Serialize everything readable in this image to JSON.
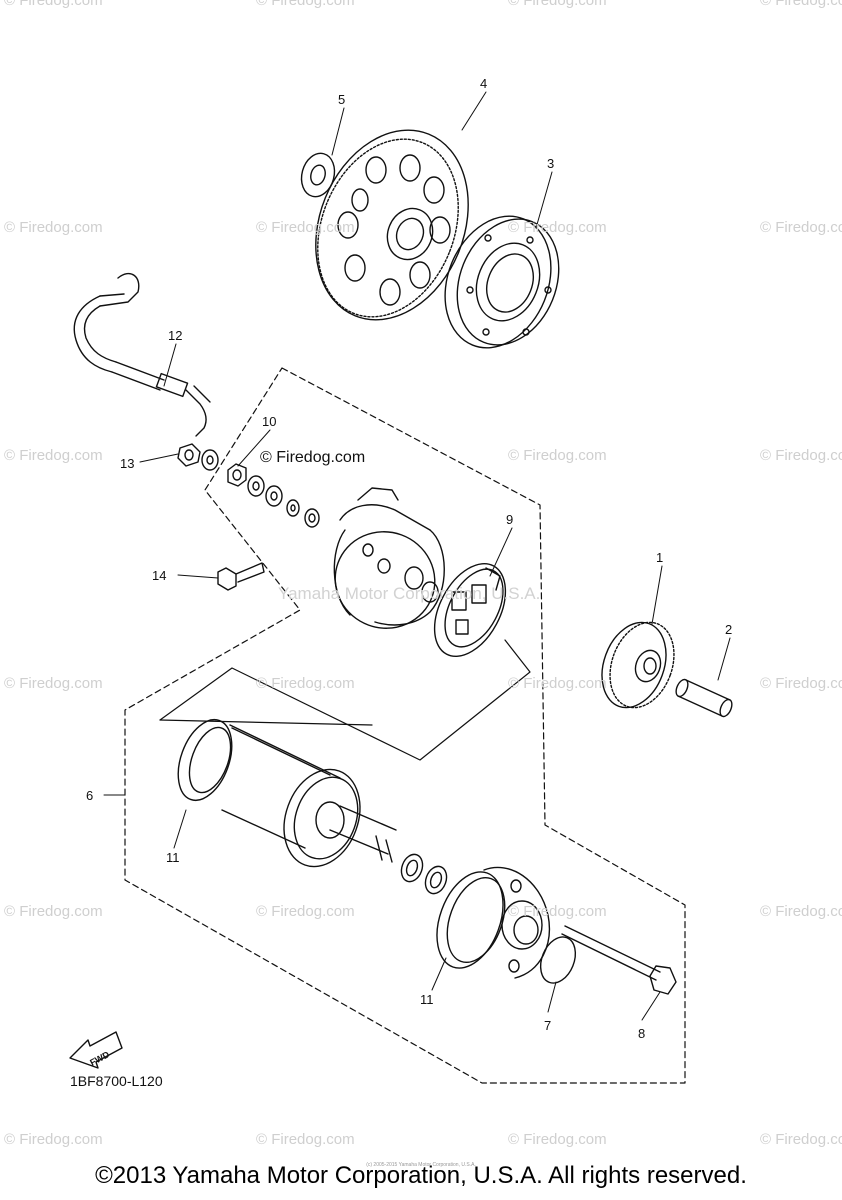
{
  "diagram": {
    "copyright": "©2013 Yamaha Motor Corporation, U.S.A. All rights reserved.",
    "part_code": "1BF8700-L120",
    "fwd_label": "FWD",
    "overlay_watermark": "Yamaha Motor Corporation, U.S.A.",
    "dark_watermark": "© Firedog.com",
    "watermark_text": "© Firedog.com",
    "tiny_notice": "(c) 2005-2015 Yamaha Motor Corporation, U.S.A.",
    "callouts": [
      "1",
      "2",
      "3",
      "4",
      "5",
      "6",
      "7",
      "8",
      "9",
      "10",
      "11",
      "11",
      "12",
      "13",
      "14"
    ],
    "colors": {
      "line": "#111111",
      "watermark": "#cfcfcf",
      "background": "#ffffff"
    },
    "icons": [
      "fwd-arrow-icon"
    ]
  }
}
